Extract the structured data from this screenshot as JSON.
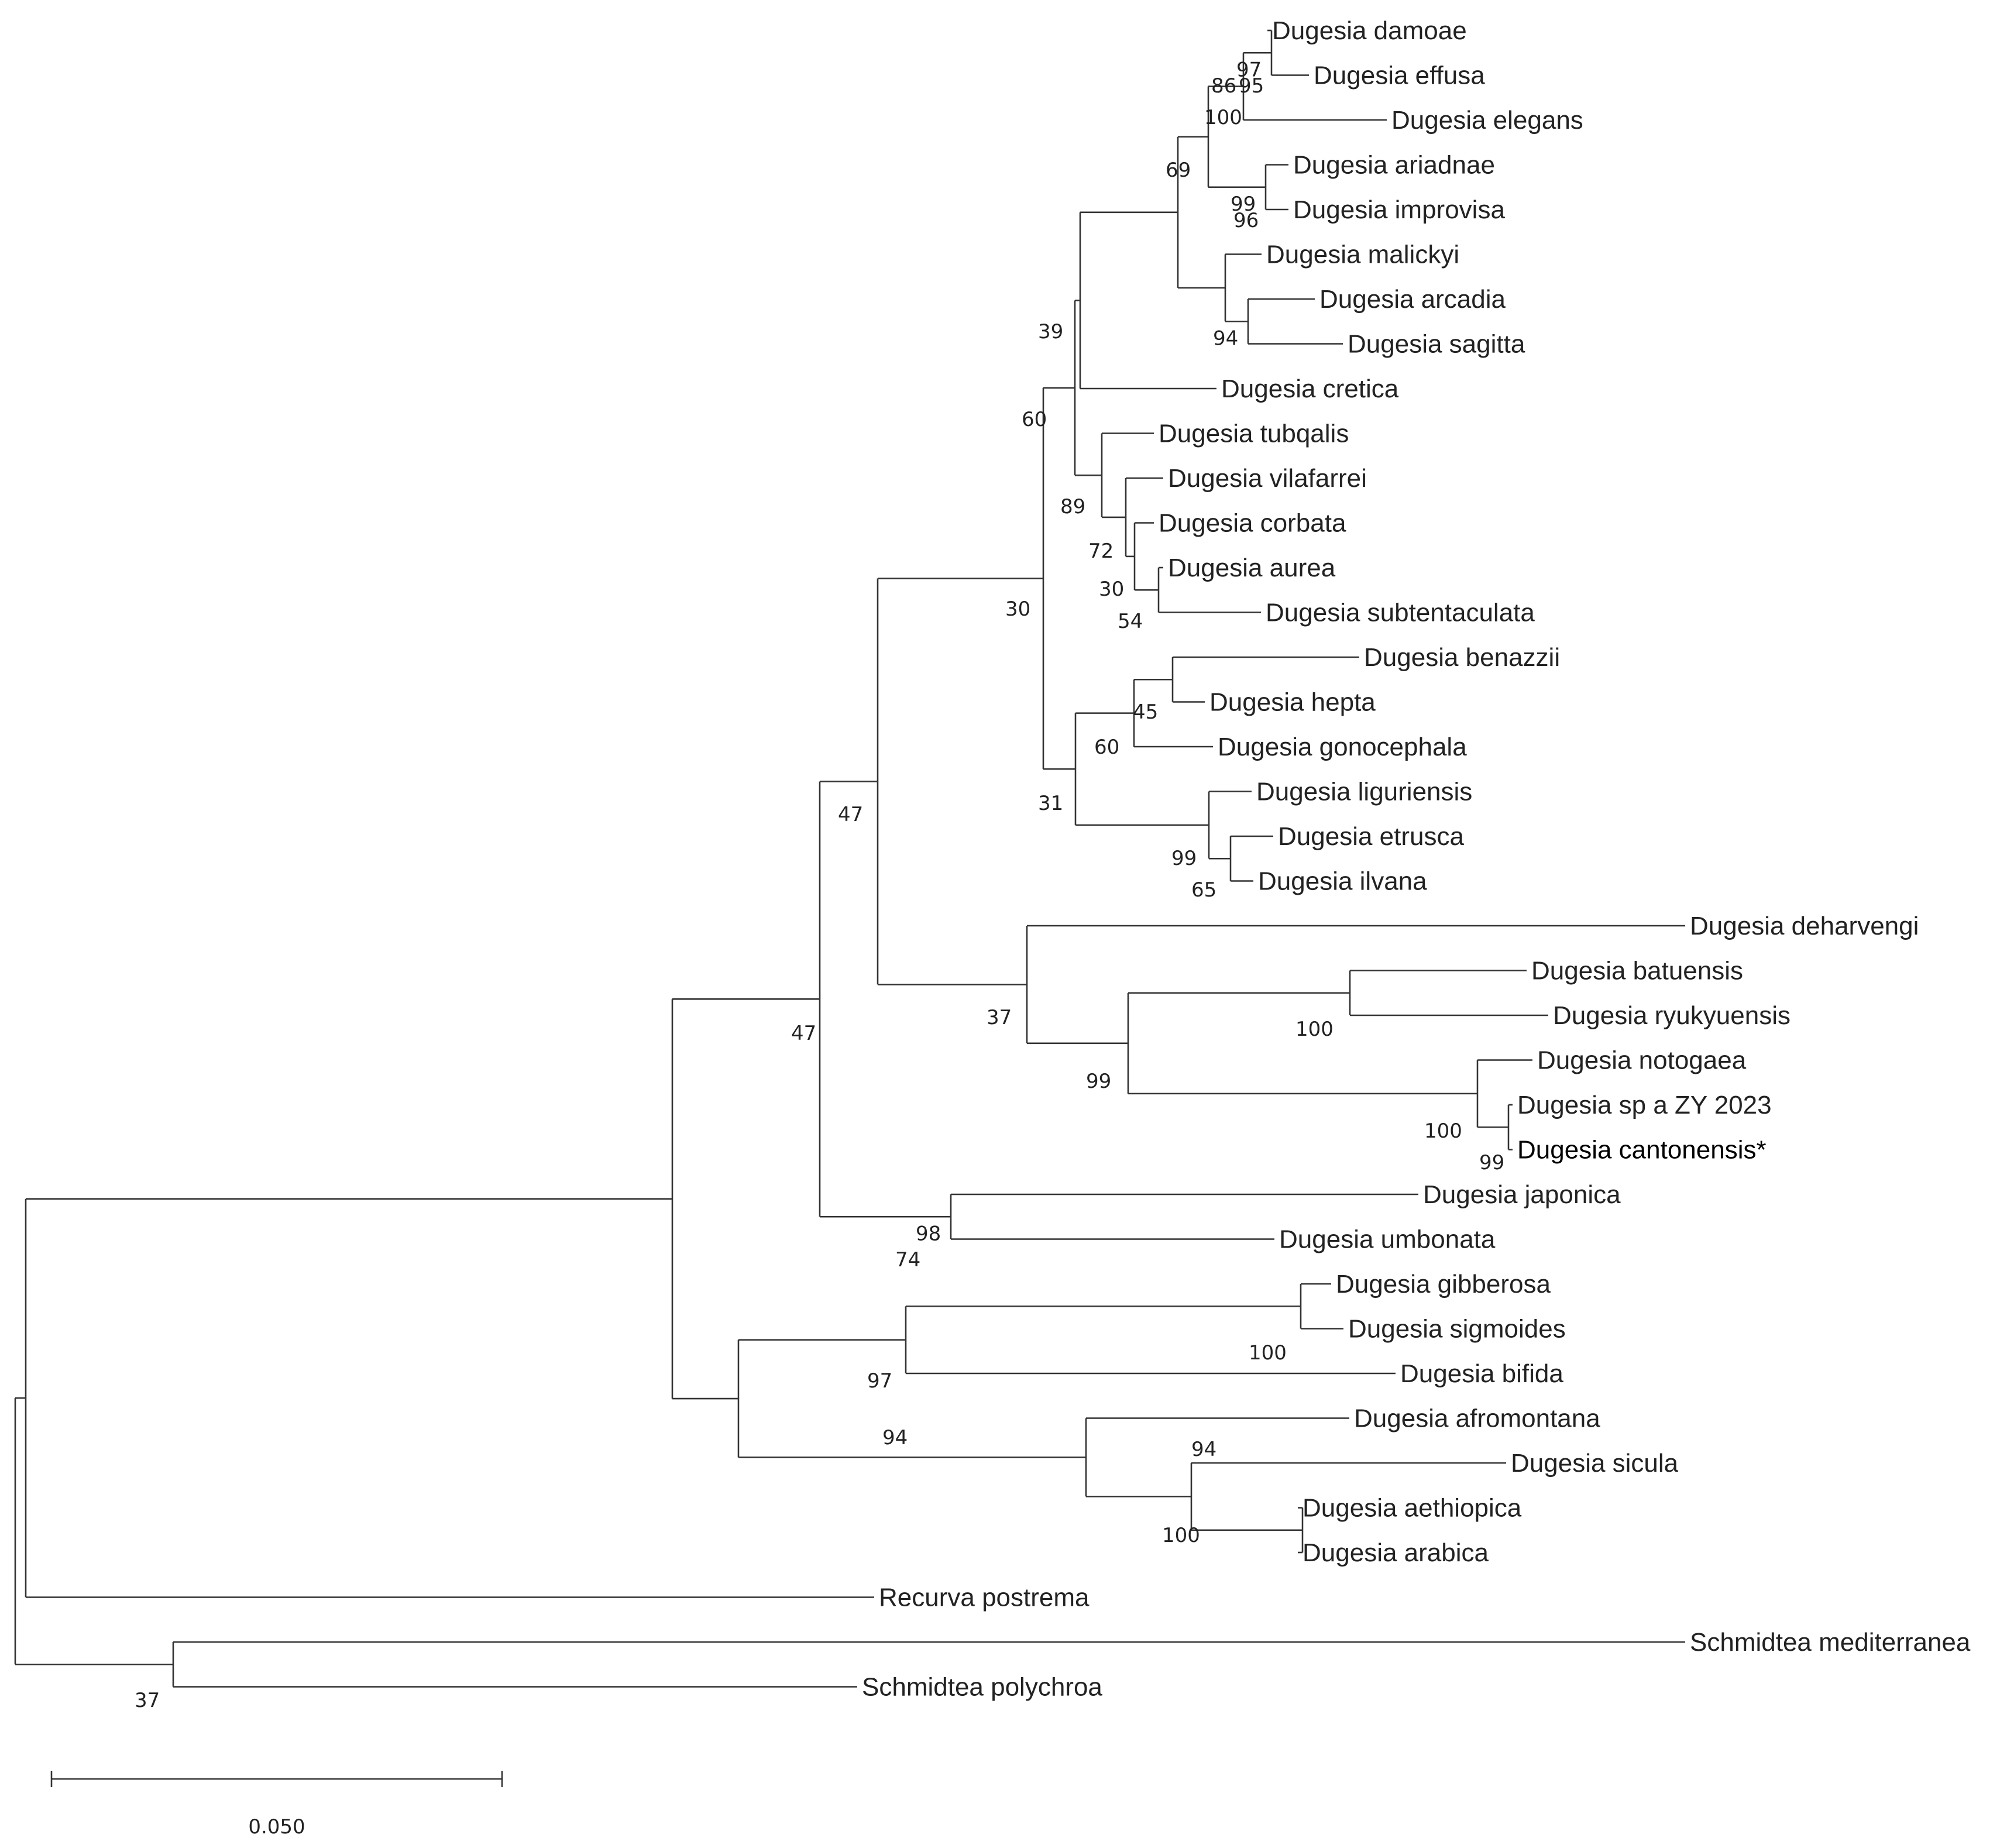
{
  "tree": {
    "name": "",
    "children": [
      {
        "name": "",
        "children": [
          {
            "name": "",
            "support": "47",
            "children": [
              {
                "name": "",
                "support": "47",
                "children": [
                  {
                    "name": "",
                    "support": "30",
                    "children": [
                      {
                        "name": "",
                        "support": "60",
                        "children": [
                          {
                            "name": "",
                            "support": "39",
                            "children": [
                              {
                                "name": "",
                                "support": "69",
                                "children": [
                                  {
                                    "name": "",
                                    "support": "100",
                                    "children": [
                                      {
                                        "name": "",
                                        "support": "86",
                                        "children": [
                                          {
                                            "name": "",
                                            "support": "95",
                                            "children": [
                                              {
                                                "name": "",
                                                "support": "97",
                                                "children": [
                                                  {
                                                    "name": "Dugesia damoae"
                                                  },
                                                  {
                                                    "name": "Dugesia effusa"
                                                  }
                                                ]
                                              },
                                              {
                                                "name": "Dugesia elegans"
                                              }
                                            ]
                                          },
                                          {
                                            "name": "",
                                            "support": "99",
                                            "children": [
                                              {
                                                "name": "Dugesia ariadnae"
                                              },
                                              {
                                                "name": "Dugesia improvisa"
                                              }
                                            ]
                                          }
                                        ]
                                      },
                                      {
                                        "name": "",
                                        "support": "96",
                                        "children": [
                                          {
                                            "name": "Dugesia malickyi"
                                          },
                                          {
                                            "name": "",
                                            "support": "94",
                                            "children": [
                                              {
                                                "name": "Dugesia arcadia"
                                              },
                                              {
                                                "name": "Dugesia sagitta"
                                              }
                                            ]
                                          }
                                        ]
                                      }
                                    ]
                                  },
                                  {
                                    "name": "Dugesia cretica"
                                  }
                                ]
                              },
                              {
                                "name": "",
                                "support": "89",
                                "children": [
                                  {
                                    "name": "Dugesia tubqalis"
                                  },
                                  {
                                    "name": "",
                                    "support": "72",
                                    "children": [
                                      {
                                        "name": "Dugesia vilafarrei"
                                      },
                                      {
                                        "name": "",
                                        "support": "30",
                                        "children": [
                                          {
                                            "name": "Dugesia corbata"
                                          },
                                          {
                                            "name": "",
                                            "support": "54",
                                            "children": [
                                              {
                                                "name": "Dugesia aurea"
                                              },
                                              {
                                                "name": "Dugesia subtentaculata"
                                              }
                                            ]
                                          }
                                        ]
                                      }
                                    ]
                                  }
                                ]
                              }
                            ]
                          },
                          {
                            "name": "",
                            "support": "31",
                            "children": [
                              {
                                "name": "",
                                "support": "60",
                                "children": [
                                  {
                                    "name": "",
                                    "support": "45",
                                    "children": [
                                      {
                                        "name": "Dugesia benazzii"
                                      },
                                      {
                                        "name": "Dugesia hepta"
                                      }
                                    ]
                                  },
                                  {
                                    "name": "Dugesia gonocephala"
                                  }
                                ]
                              },
                              {
                                "name": "",
                                "support": "99",
                                "children": [
                                  {
                                    "name": "Dugesia liguriensis"
                                  },
                                  {
                                    "name": "",
                                    "support": "65",
                                    "children": [
                                      {
                                        "name": "Dugesia etrusca"
                                      },
                                      {
                                        "name": "Dugesia ilvana"
                                      }
                                    ]
                                  }
                                ]
                              }
                            ]
                          }
                        ]
                      },
                      {
                        "name": "",
                        "support": "37",
                        "children": [
                          {
                            "name": "Dugesia deharvengi"
                          },
                          {
                            "name": "",
                            "support": "99",
                            "children": [
                              {
                                "name": "",
                                "support": "100",
                                "children": [
                                  {
                                    "name": "Dugesia batuensis"
                                  },
                                  {
                                    "name": "Dugesia ryukyuensis"
                                  }
                                ]
                              },
                              {
                                "name": "",
                                "support": "100",
                                "children": [
                                  {
                                    "name": "Dugesia notogaea"
                                  },
                                  {
                                    "name": "",
                                    "support": "99",
                                    "children": [
                                      {
                                        "name": "Dugesia sp a ZY 2023"
                                      },
                                      {
                                        "name": "Dugesia cantonensis*",
                                        "highlight": true
                                      }
                                    ]
                                  }
                                ]
                              }
                            ]
                          }
                        ]
                      }
                    ]
                  },
                  {
                    "name": "",
                    "support": "98",
                    "children": [
                      {
                        "name": "Dugesia japonica"
                      },
                      {
                        "name": "Dugesia umbonata"
                      }
                    ]
                  }
                ]
              },
              {
                "name": "",
                "support": "74",
                "children": [
                  {
                    "name": "",
                    "support": "97",
                    "children": [
                      {
                        "name": "",
                        "support": "100",
                        "children": [
                          {
                            "name": "Dugesia gibberosa"
                          },
                          {
                            "name": "Dugesia sigmoides"
                          }
                        ]
                      },
                      {
                        "name": "Dugesia bifida"
                      }
                    ]
                  },
                  {
                    "name": "",
                    "support": "94",
                    "children": [
                      {
                        "name": "Dugesia afromontana"
                      },
                      {
                        "name": "",
                        "support": "94",
                        "children": [
                          {
                            "name": "Dugesia sicula"
                          },
                          {
                            "name": "",
                            "support": "100",
                            "children": [
                              {
                                "name": "Dugesia aethiopica"
                              },
                              {
                                "name": "Dugesia arabica"
                              }
                            ]
                          }
                        ]
                      }
                    ]
                  }
                ]
              }
            ]
          },
          {
            "name": "Recurva postrema"
          }
        ]
      },
      {
        "name": "",
        "support": "37",
        "children": [
          {
            "name": "Schmidtea mediterranea"
          },
          {
            "name": "Schmidtea polychroa"
          }
        ]
      }
    ]
  },
  "scale_bar": {
    "label": "0.050",
    "value": 0.05
  }
}
